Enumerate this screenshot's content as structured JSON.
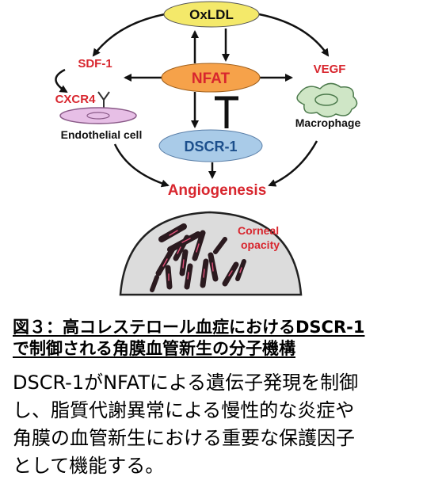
{
  "diagram": {
    "nodes": {
      "oxldl": "OxLDL",
      "nfat": "NFAT",
      "dscr1": "DSCR-1",
      "sdf1": "SDF-1",
      "cxcr4": "CXCR4",
      "endothelial": "Endothelial cell",
      "vegf": "VEGF",
      "macrophage": "Macrophage",
      "angiogenesis": "Angiogenesis",
      "corneal_line1": "Corneal",
      "corneal_line2": "opacity"
    },
    "colors": {
      "oxldl_fill": "#f4e96a",
      "nfat_fill": "#f6a24a",
      "dscr1_fill": "#a9cbe8",
      "red_text": "#d8262e",
      "endothelial_fill": "#e7bfe6",
      "macrophage_fill": "#cfe6c6",
      "dome_fill": "#dcdcdc",
      "vessel_fill": "#2b1a1f",
      "arrow": "#111111"
    }
  },
  "caption": {
    "title_line1": "図３：高コレステロール血症におけるDSCR-1",
    "title_line2": "で制御される角膜血管新生の分子機構",
    "body_line1": "DSCR-1がNFATによる遺伝子発現を制御",
    "body_line2": "し、脂質代謝異常による慢性的な炎症や",
    "body_line3": "角膜の血管新生における重要な保護因子",
    "body_line4": "として機能する。"
  }
}
